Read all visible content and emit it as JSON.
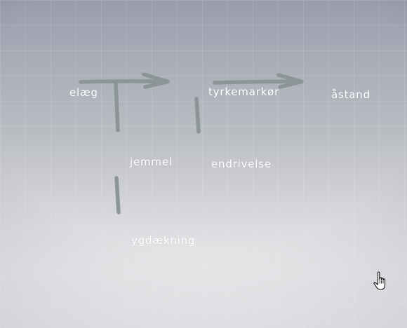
{
  "diagram": {
    "nodes": [
      {
        "id": "n1",
        "label": "elæg"
      },
      {
        "id": "n2",
        "label": "tyrkemarkør"
      },
      {
        "id": "n3",
        "label": "åstand"
      },
      {
        "id": "n4",
        "label": "jemmel"
      },
      {
        "id": "n5",
        "label": "endrivelse"
      },
      {
        "id": "n6",
        "label": "ygdækning"
      }
    ],
    "edges": [
      {
        "from": "n1",
        "to": "n2",
        "style": "arrow"
      },
      {
        "from": "n2",
        "to": "n3",
        "style": "arrow"
      },
      {
        "from": "n1",
        "to": "n4",
        "style": "line"
      },
      {
        "from": "n2",
        "to": "n5",
        "style": "line"
      },
      {
        "from": "n4",
        "to": "n6",
        "style": "line"
      }
    ]
  },
  "colors": {
    "stroke": "#8c9596",
    "label": "#ffffff"
  },
  "cursor": {
    "icon": "hand-pointer-icon"
  }
}
